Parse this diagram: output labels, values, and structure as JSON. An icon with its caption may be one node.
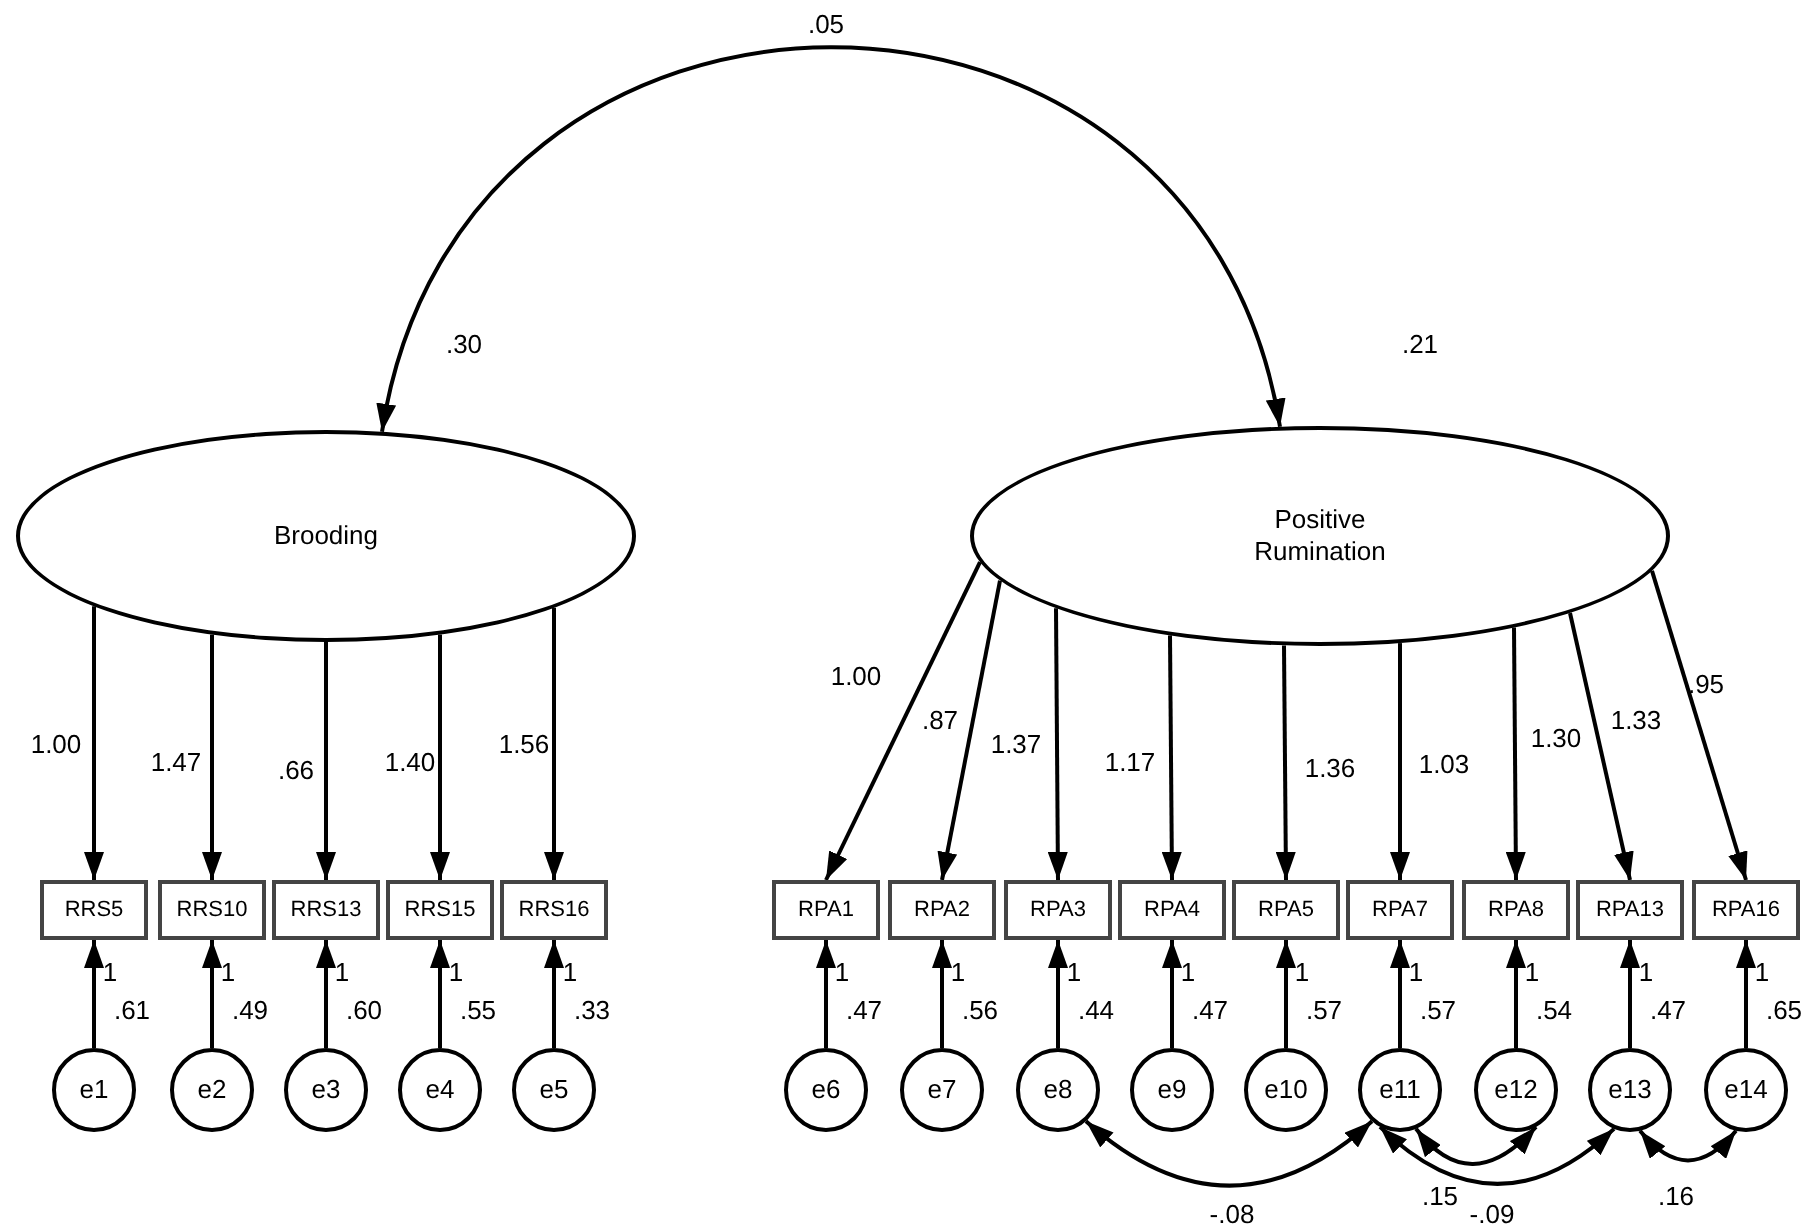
{
  "diagram": {
    "nodes": [
      {
        "text": [
          "Brooding"
        ],
        "beside": [
          ".30"
        ]
      },
      {
        "text": [
          "Positive Rumination"
        ],
        "beside": [
          ".21"
        ]
      },
      {
        "text": [
          "RRS5"
        ]
      },
      {
        "text": [
          "RRS10"
        ]
      },
      {
        "text": [
          "RRS13"
        ]
      },
      {
        "text": [
          "RRS15"
        ]
      },
      {
        "text": [
          "RRS16"
        ]
      },
      {
        "text": [
          "RPA1"
        ]
      },
      {
        "text": [
          "RPA2"
        ]
      },
      {
        "text": [
          "RPA3"
        ]
      },
      {
        "text": [
          "RPA4"
        ]
      },
      {
        "text": [
          "RPA5"
        ]
      },
      {
        "text": [
          "RPA7"
        ]
      },
      {
        "text": [
          "RPA8"
        ]
      },
      {
        "text": [
          "RPA13"
        ]
      },
      {
        "text": [
          "RPA16"
        ]
      },
      {
        "text": [
          "e1"
        ],
        "beside": [
          ".61"
        ]
      },
      {
        "text": [
          "e2"
        ],
        "beside": [
          ".49"
        ]
      },
      {
        "text": [
          "e3"
        ],
        "beside": [
          ".60"
        ]
      },
      {
        "text": [
          "e4"
        ],
        "beside": [
          ".55"
        ]
      },
      {
        "text": [
          "e5"
        ],
        "beside": [
          ".33"
        ]
      },
      {
        "text": [
          "e6"
        ],
        "beside": [
          ".47"
        ]
      },
      {
        "text": [
          "e7"
        ],
        "beside": [
          ".56"
        ]
      },
      {
        "text": [
          "e8"
        ],
        "beside": [
          ".44"
        ]
      },
      {
        "text": [
          "e9"
        ],
        "beside": [
          ".47"
        ]
      },
      {
        "text": [
          "e10"
        ],
        "beside": [
          ".57"
        ]
      },
      {
        "text": [
          "e11"
        ],
        "beside": [
          ".57"
        ]
      },
      {
        "text": [
          "e12"
        ],
        "beside": [
          ".54"
        ]
      },
      {
        "text": [
          "e13"
        ],
        "beside": [
          ".47"
        ]
      },
      {
        "text": [
          "e14"
        ],
        "beside": [
          ".65"
        ]
      }
    ],
    "edges": [
      {
        "from": 0,
        "to": 1,
        "arrow": "both",
        "label": ".05"
      },
      {
        "from": 0,
        "to": 2,
        "arrow": "to",
        "label": "1.00"
      },
      {
        "from": 0,
        "to": 3,
        "arrow": "to",
        "label": "1.47"
      },
      {
        "from": 0,
        "to": 4,
        "arrow": "to",
        "label": ".66"
      },
      {
        "from": 0,
        "to": 5,
        "arrow": "to",
        "label": "1.40"
      },
      {
        "from": 0,
        "to": 6,
        "arrow": "to",
        "label": "1.56"
      },
      {
        "from": 1,
        "to": 7,
        "arrow": "to",
        "label": "1.00"
      },
      {
        "from": 1,
        "to": 8,
        "arrow": "to",
        "label": ".87"
      },
      {
        "from": 1,
        "to": 9,
        "arrow": "to",
        "label": "1.37"
      },
      {
        "from": 1,
        "to": 10,
        "arrow": "to",
        "label": "1.17"
      },
      {
        "from": 1,
        "to": 11,
        "arrow": "to",
        "label": "1.36"
      },
      {
        "from": 1,
        "to": 12,
        "arrow": "to",
        "label": "1.03"
      },
      {
        "from": 1,
        "to": 13,
        "arrow": "to",
        "label": "1.30"
      },
      {
        "from": 1,
        "to": 14,
        "arrow": "to",
        "label": "1.33"
      },
      {
        "from": 1,
        "to": 15,
        "arrow": "to",
        "label": ".95"
      },
      {
        "from": 16,
        "to": 2,
        "arrow": "to",
        "label": "1"
      },
      {
        "from": 17,
        "to": 3,
        "arrow": "to",
        "label": "1"
      },
      {
        "from": 18,
        "to": 4,
        "arrow": "to",
        "label": "1"
      },
      {
        "from": 19,
        "to": 5,
        "arrow": "to",
        "label": "1"
      },
      {
        "from": 20,
        "to": 6,
        "arrow": "to",
        "label": "1"
      },
      {
        "from": 21,
        "to": 7,
        "arrow": "to",
        "label": "1"
      },
      {
        "from": 22,
        "to": 8,
        "arrow": "to",
        "label": "1"
      },
      {
        "from": 23,
        "to": 9,
        "arrow": "to",
        "label": "1"
      },
      {
        "from": 24,
        "to": 10,
        "arrow": "to",
        "label": "1"
      },
      {
        "from": 25,
        "to": 11,
        "arrow": "to",
        "label": "1"
      },
      {
        "from": 26,
        "to": 12,
        "arrow": "to",
        "label": "1"
      },
      {
        "from": 27,
        "to": 13,
        "arrow": "to",
        "label": "1"
      },
      {
        "from": 28,
        "to": 14,
        "arrow": "to",
        "label": "1"
      },
      {
        "from": 29,
        "to": 15,
        "arrow": "to",
        "label": "1"
      },
      {
        "from": 23,
        "to": 26,
        "arrow": "both",
        "label": "-.08"
      },
      {
        "from": 26,
        "to": 27,
        "arrow": "both",
        "label": ".15"
      },
      {
        "from": 26,
        "to": 28,
        "arrow": "both",
        "label": "-.09"
      },
      {
        "from": 28,
        "to": 29,
        "arrow": "both",
        "label": ".16"
      }
    ]
  }
}
